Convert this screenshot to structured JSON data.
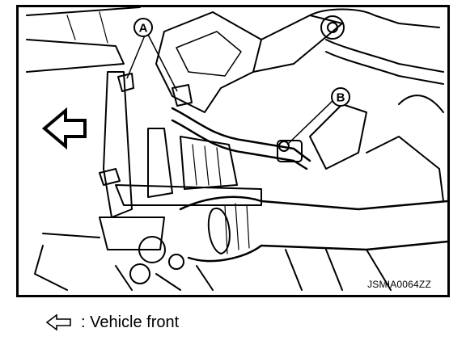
{
  "figure": {
    "code": "JSMIA0064ZZ",
    "callouts": [
      "A",
      "B"
    ]
  },
  "legend": {
    "arrow_icon": "hollow-left-arrow",
    "text": ": Vehicle front"
  }
}
